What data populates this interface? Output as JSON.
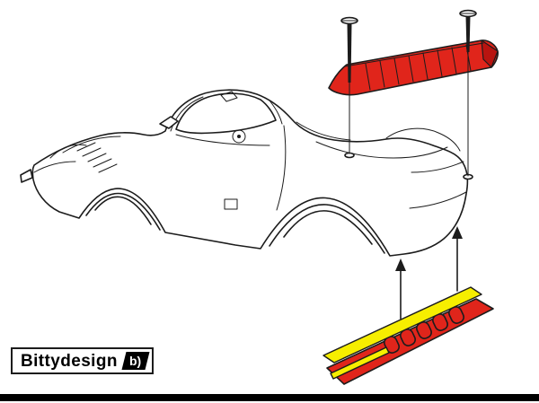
{
  "logo": {
    "text": "Bittydesign",
    "mark_glyph": "b)"
  },
  "colors": {
    "red": "#e0251b",
    "red_dark": "#b81410",
    "yellow": "#f6ee00",
    "ink": "#1c1c1c",
    "bar": "#000000",
    "paper": "#ffffff"
  },
  "parts": {
    "car": "lmp-race-car-body-line-art",
    "upper_wing": "rear-upper-wing-red",
    "lower_wing": "rear-lower-wing-yellow-red",
    "screws": [
      "left-mounting-screw",
      "right-mounting-screw"
    ],
    "arrows": [
      "left-assembly-arrow",
      "right-assembly-arrow"
    ]
  }
}
